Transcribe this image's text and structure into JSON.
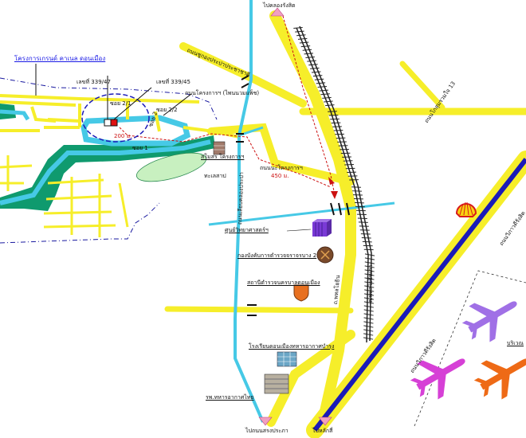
{
  "labels": {
    "project": "โครงการเกรนด์ คาเนล ดอนเมือง",
    "plot_a": "เลขที่ 339/47",
    "plot_b": "เลขที่ 339/45",
    "soi_21": "ซอย 2/1",
    "soi_22": "ซอย 2/2",
    "soi_1": "ซอย 1",
    "soi_2": "ซอย 2",
    "road_project": "ถนนโครงการฯ (ไพนนวมแพ็ช)",
    "dist_200": "200 ม.",
    "dist_450": "450 ม.",
    "road_kan": "ถนนนะโครงการฯ",
    "club": "สโมสร โครงการฯ",
    "lake": "ทะเลสาป",
    "to_khlong_rangsit": "ไปคลองรังสิต",
    "road_top_left": "ถนนชูกองประปาประชาชาติ",
    "road_right_diag": "ถนนโกสุมรวมใจ 13",
    "canal_road": "ถนนเลียบคลองประปา",
    "sci_center": "ศูนย์วิทยาศาสตร์ฯ",
    "police": "กองบังคับการตำรวจจราจรบาง 2",
    "dm_police": "สถานีตำรวจนครบาลดอนเมือง",
    "school": "โรงเรียนดอนเมืองทหารอากาศบำรุง",
    "hospital": "รพ.ทหารอากาศไทย",
    "to_songprapa": "ไปถนนสรงประภา",
    "to_laksi": "ไปหลักสี่",
    "phahon_a": "ถ.พหลโยธิน",
    "phahon_b": "ถ.พหลโยธินเก่า",
    "vibhavadi_a": "ถนนวิภาวดีรังสิต",
    "vibhavadi_b": "ถนนวิภาวดีรังสิต",
    "airport": "บริเวณ"
  },
  "icons": [
    "shell-logo-icon",
    "airplane-icon",
    "purple-box-icon",
    "police-badge-icon",
    "shield-icon",
    "building-icon",
    "rail-track-icon"
  ],
  "colors": {
    "road": "#f6ee2a",
    "canal": "#46c9e6",
    "green": "#0f9a6e",
    "lake": "#c8f0c0",
    "expressway": "#1a1ab8",
    "boundary": "#1a1aa0",
    "route": "#cc1111",
    "plane_purple": "#a070e6",
    "plane_magenta": "#d640d6",
    "plane_orange": "#ee6a16"
  }
}
